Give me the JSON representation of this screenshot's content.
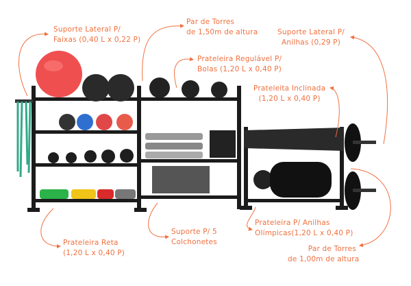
{
  "colors": {
    "accent": "#f0703f",
    "frame": "#1a1a1a"
  },
  "labels": {
    "side_bands": [
      "Suporte Lateral P/",
      "Faixas (0,40 L x 0,22 P)"
    ],
    "towers_150": [
      "Par de Torres",
      "de 1,50m de altura"
    ],
    "side_plates": [
      "Suporte Lateral P/",
      "Anilhas (0,29 P)"
    ],
    "ball_shelf": [
      "Prateleira Regulável P/",
      "Bolas (1,20 L x 0,40 P)"
    ],
    "inclined_shelf": [
      "Prateleita Inclinada",
      "(1,20 L x 0,40 P)"
    ],
    "straight_shelf": [
      "Prateleira Reta",
      "(1,20 L x 0,40 P)"
    ],
    "mats_support": [
      "Suporte P/ 5",
      "Colchonetes"
    ],
    "olympic_shelf": [
      "Prateleira P/ Anilhas",
      "Olímpicas(1,20 L x 0,40 P)"
    ],
    "towers_100": [
      "Par de Torres",
      "de 1,00m de altura"
    ]
  }
}
